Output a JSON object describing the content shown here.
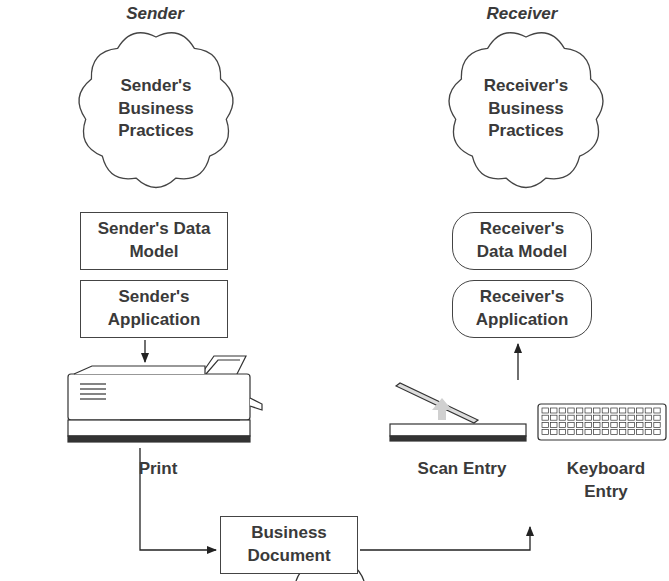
{
  "diagram": {
    "nodes": [
      {
        "text": [
          "Sender's Business Practices"
        ]
      },
      {
        "text": [
          "Sender's Data Model"
        ]
      },
      {
        "text": [
          "Sender's Application"
        ]
      },
      {
        "text": [
          "Receiver's Business Practices"
        ]
      },
      {
        "text": [
          "Receiver's Data Model"
        ]
      },
      {
        "text": [
          "Receiver's Application"
        ]
      },
      {
        "text": [
          "Business Document"
        ]
      }
    ],
    "labels": [
      "Sender",
      "Receiver",
      "Print",
      "Scan Entry",
      "Keyboard Entry"
    ]
  }
}
